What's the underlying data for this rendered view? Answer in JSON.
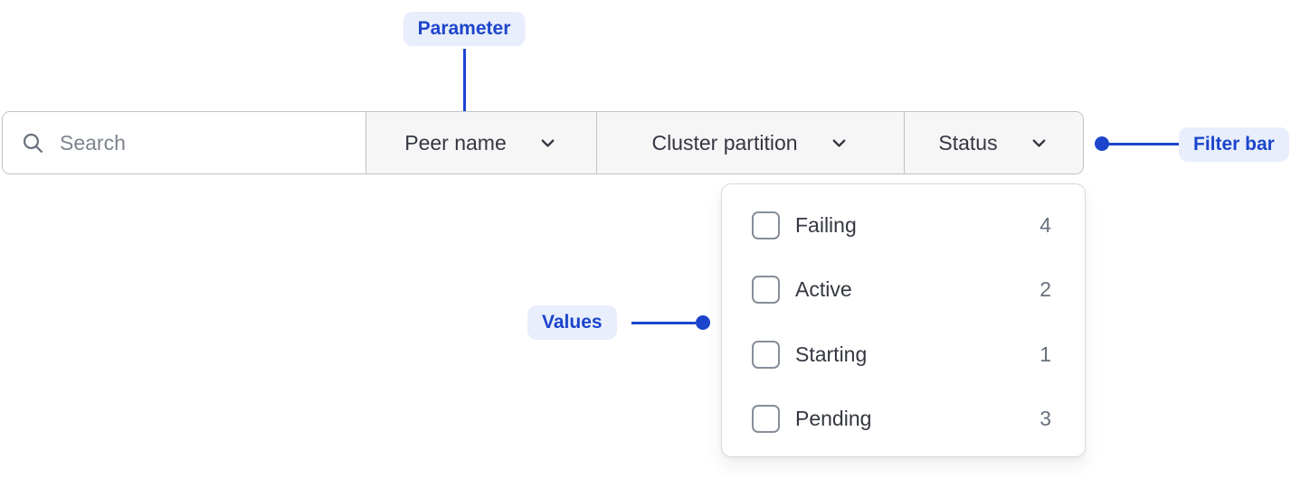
{
  "annotations": {
    "parameter": {
      "label": "Parameter"
    },
    "filter_bar": {
      "label": "Filter bar"
    },
    "values": {
      "label": "Values"
    }
  },
  "filter_bar": {
    "search": {
      "placeholder": "Search"
    },
    "filters": [
      {
        "label": "Peer name"
      },
      {
        "label": "Cluster partition"
      },
      {
        "label": "Status"
      }
    ]
  },
  "dropdown": {
    "items": [
      {
        "label": "Failing",
        "count": "4",
        "checked": false
      },
      {
        "label": "Active",
        "count": "2",
        "checked": false
      },
      {
        "label": "Starting",
        "count": "1",
        "checked": false
      },
      {
        "label": "Pending",
        "count": "3",
        "checked": false
      }
    ]
  },
  "colors": {
    "accent_blue": "#1c45cc",
    "badge_background": "#e8eefb",
    "text_dark": "#343741",
    "text_gray": "#69707d",
    "bar_border": "#bfc2c6",
    "panel_border": "#d6d9de",
    "segment_background": "#f6f6f7"
  }
}
